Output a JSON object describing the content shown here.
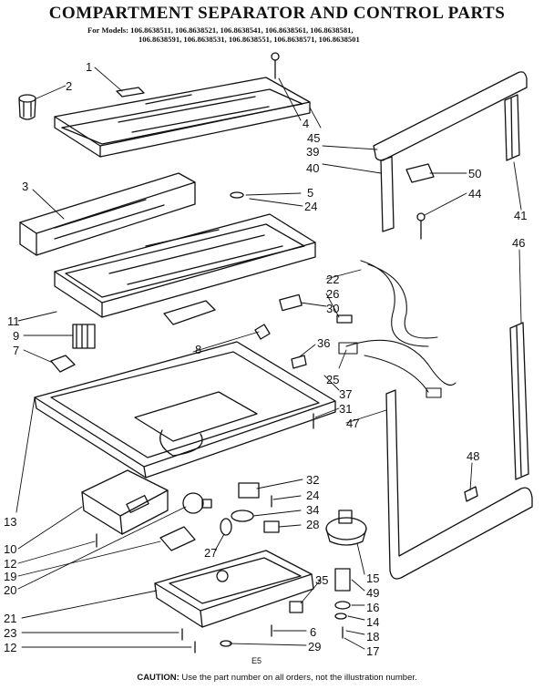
{
  "title": "Compartment Separator and Control Parts",
  "models_prefix": "For Models:",
  "models_line1": "106.8638511, 106.8638521, 106.8638541, 106.8638561, 106.8638581,",
  "models_line2": "106.8638591, 106.8638531, 106.8638551, 106.8638571, 106.8638501",
  "doc_id": "E5",
  "caution_label": "CAUTION:",
  "caution_text": "Use the part number on all orders, not the illustration number.",
  "callouts": [
    {
      "id": "c1",
      "num": "1"
    },
    {
      "id": "c2",
      "num": "2"
    },
    {
      "id": "c3",
      "num": "3"
    },
    {
      "id": "c4",
      "num": "4"
    },
    {
      "id": "c45",
      "num": "45"
    },
    {
      "id": "c39",
      "num": "39"
    },
    {
      "id": "c40",
      "num": "40"
    },
    {
      "id": "c50",
      "num": "50"
    },
    {
      "id": "c44",
      "num": "44"
    },
    {
      "id": "c5",
      "num": "5"
    },
    {
      "id": "c24a",
      "num": "24"
    },
    {
      "id": "c41",
      "num": "41"
    },
    {
      "id": "c46",
      "num": "46"
    },
    {
      "id": "c22",
      "num": "22"
    },
    {
      "id": "c26",
      "num": "26"
    },
    {
      "id": "c30",
      "num": "30"
    },
    {
      "id": "c11",
      "num": "11"
    },
    {
      "id": "c9",
      "num": "9"
    },
    {
      "id": "c7",
      "num": "7"
    },
    {
      "id": "c8",
      "num": "8"
    },
    {
      "id": "c36",
      "num": "36"
    },
    {
      "id": "c25",
      "num": "25"
    },
    {
      "id": "c37",
      "num": "37"
    },
    {
      "id": "c31",
      "num": "31"
    },
    {
      "id": "c47",
      "num": "47"
    },
    {
      "id": "c13",
      "num": "13"
    },
    {
      "id": "c48",
      "num": "48"
    },
    {
      "id": "c32",
      "num": "32"
    },
    {
      "id": "c24b",
      "num": "24"
    },
    {
      "id": "c34",
      "num": "34"
    },
    {
      "id": "c28",
      "num": "28"
    },
    {
      "id": "c10",
      "num": "10"
    },
    {
      "id": "c12a",
      "num": "12"
    },
    {
      "id": "c19",
      "num": "19"
    },
    {
      "id": "c27",
      "num": "27"
    },
    {
      "id": "c20",
      "num": "20"
    },
    {
      "id": "c15",
      "num": "15"
    },
    {
      "id": "c35",
      "num": "35"
    },
    {
      "id": "c49",
      "num": "49"
    },
    {
      "id": "c16",
      "num": "16"
    },
    {
      "id": "c21",
      "num": "21"
    },
    {
      "id": "c14",
      "num": "14"
    },
    {
      "id": "c23",
      "num": "23"
    },
    {
      "id": "c6",
      "num": "6"
    },
    {
      "id": "c18",
      "num": "18"
    },
    {
      "id": "c12b",
      "num": "12"
    },
    {
      "id": "c29",
      "num": "29"
    },
    {
      "id": "c17",
      "num": "17"
    }
  ]
}
